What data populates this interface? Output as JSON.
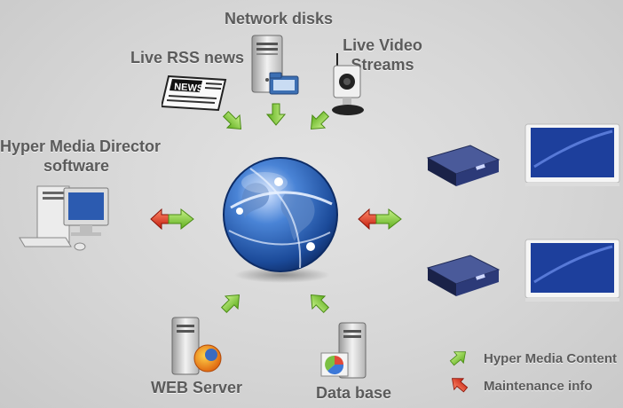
{
  "labels": {
    "network_disks": "Network disks",
    "live_rss_news": "Live RSS news",
    "live_video_line1": "Live Video",
    "live_video_line2": "Streams",
    "hmd_line1": "Hyper Media Director",
    "hmd_line2": "software",
    "web_server": "WEB Server",
    "data_base": "Data base"
  },
  "icons": {
    "news_text": "NEWS"
  },
  "legend": {
    "content": "Hyper Media Content",
    "maintenance": "Maintenance info"
  },
  "colors": {
    "content_arrow": "#8fd13f",
    "maintenance_arrow": "#e0341f",
    "globe": "#2a5ea8",
    "screen": "#1d3f9c",
    "label_text": "#5b5b5b"
  }
}
